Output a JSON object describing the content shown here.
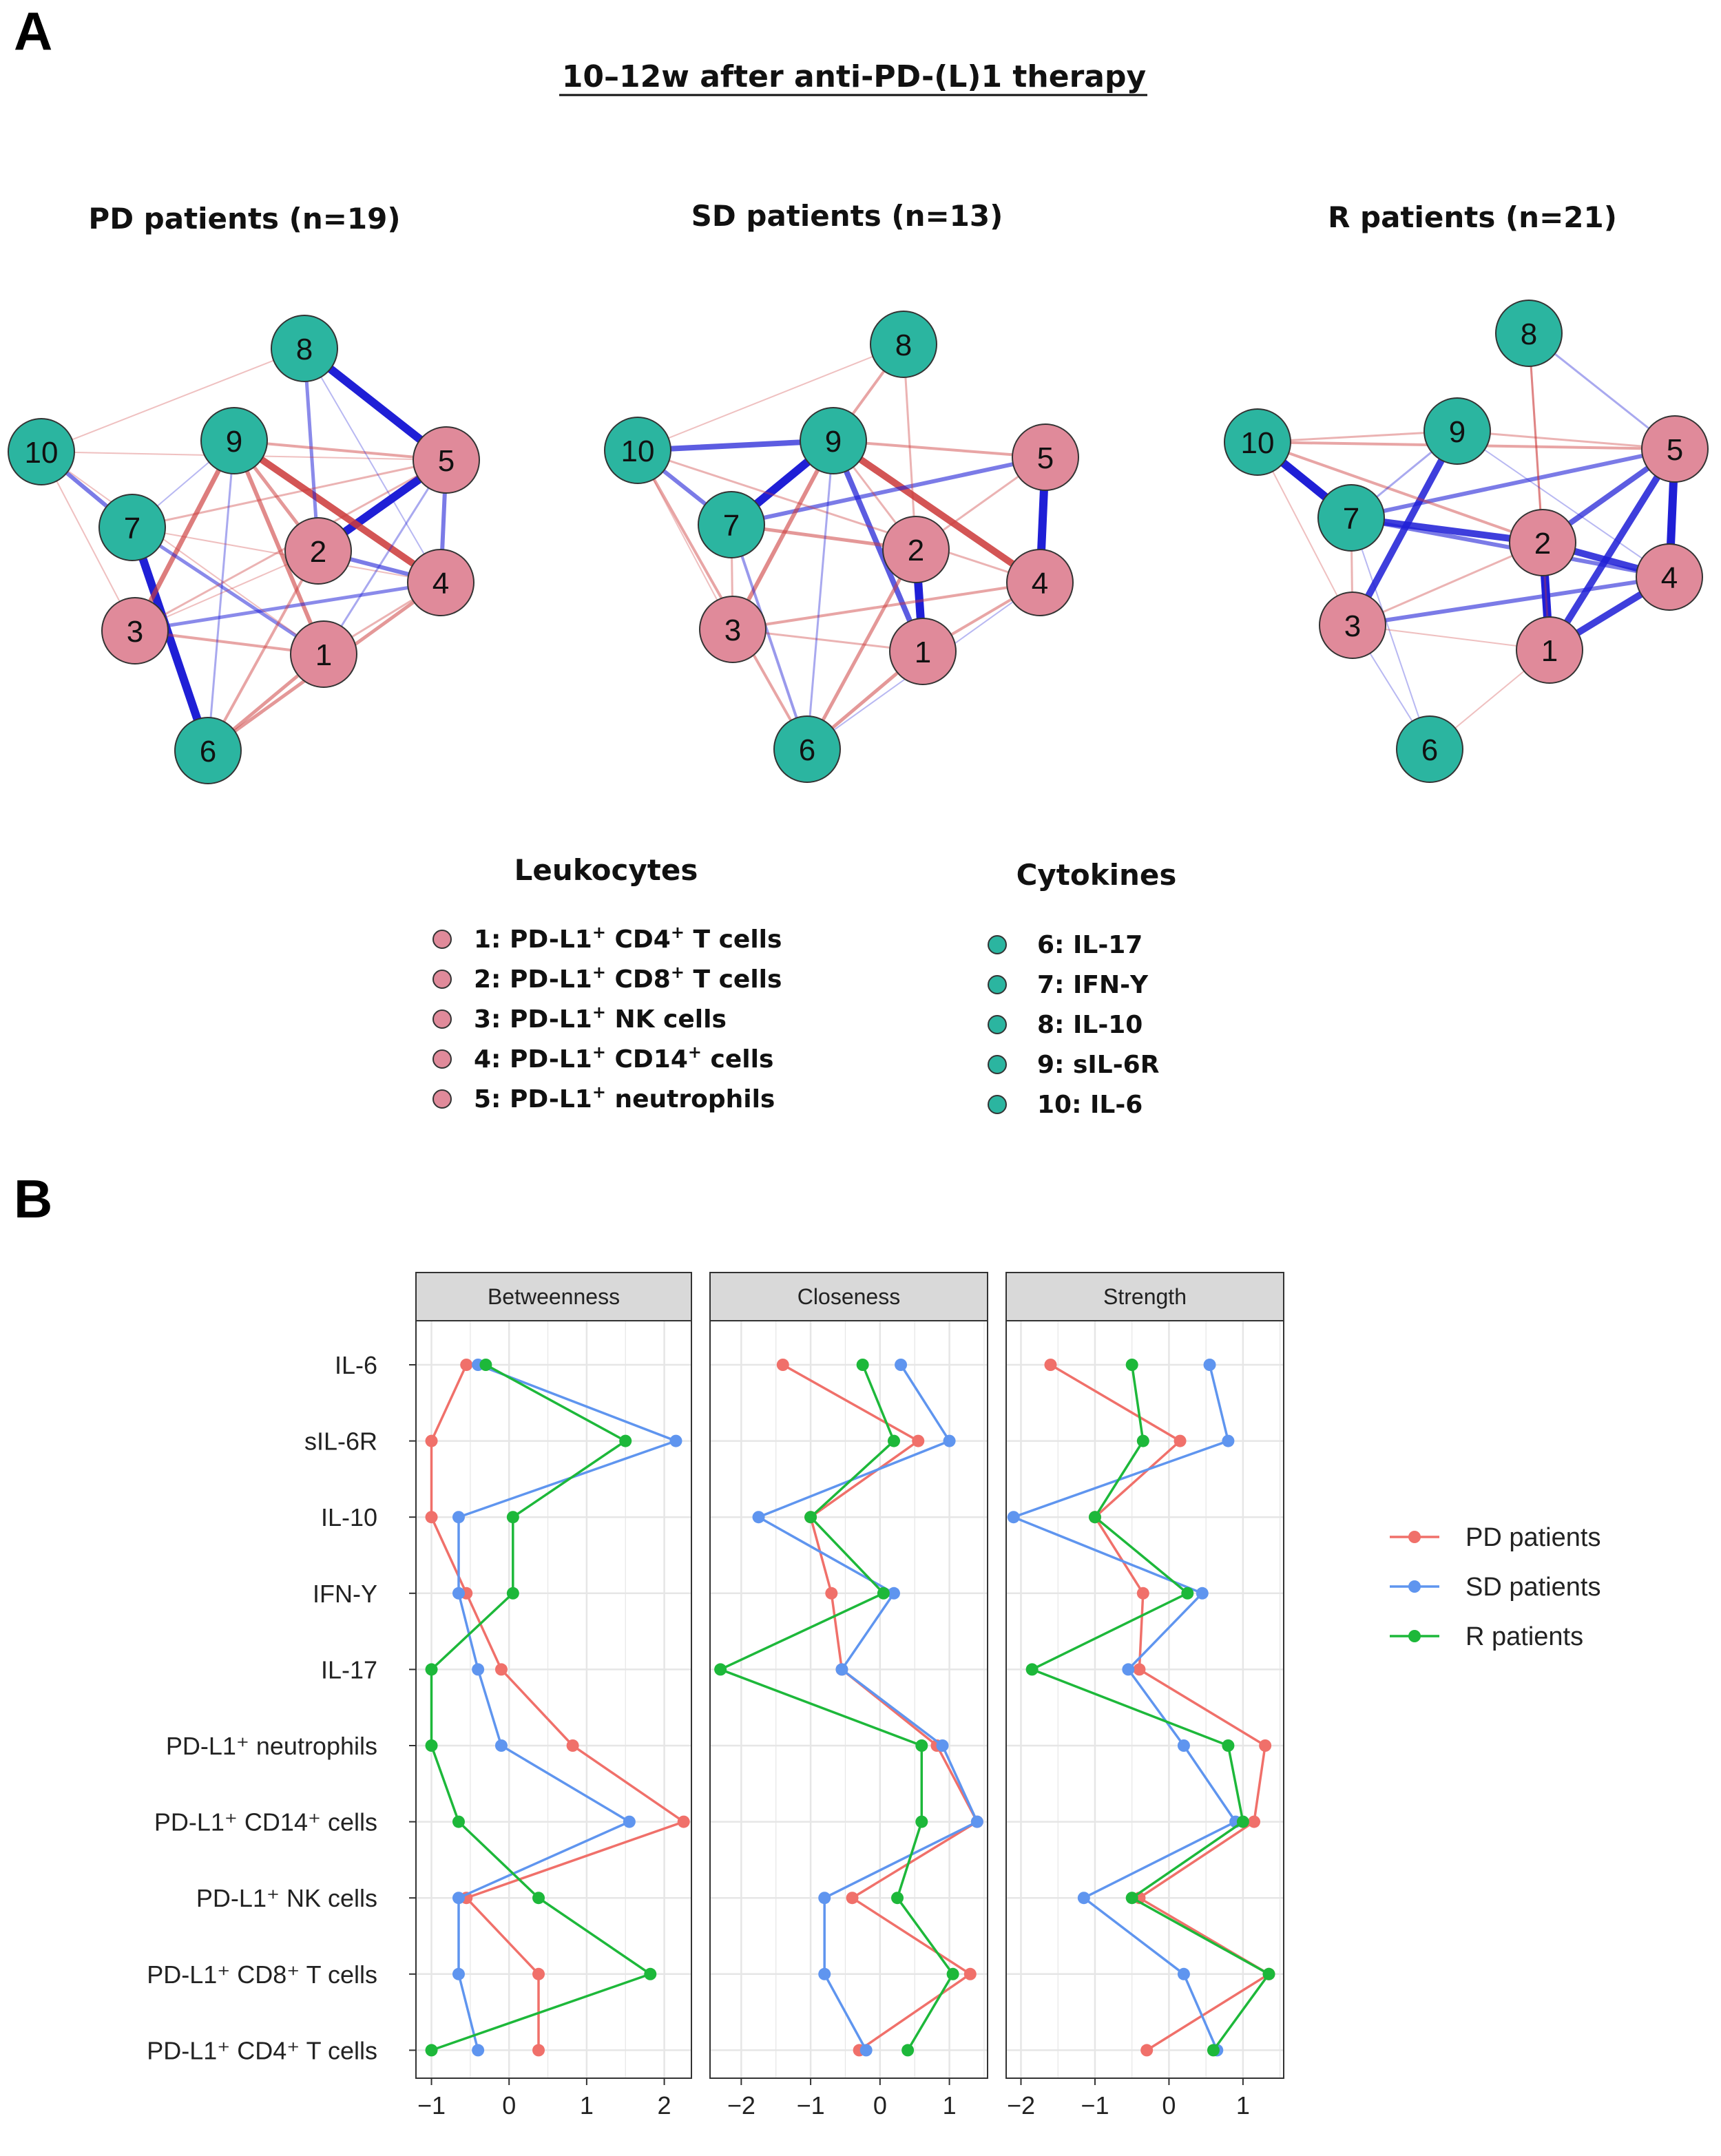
{
  "panel_a": {
    "letter": "A",
    "title": "10–12w after anti-PD-(L)1 therapy",
    "networks": [
      {
        "title": "PD patients (n=19)"
      },
      {
        "title": "SD patients (n=13)"
      },
      {
        "title": "R patients (n=21)"
      }
    ],
    "legend": {
      "leukocytes_heading": "Leukocytes",
      "cytokines_heading": "Cytokines",
      "leukocytes": [
        {
          "num": "1:",
          "pre": "PD-L1",
          "sup1": "+",
          "mid": " CD4",
          "sup2": "+",
          "post": " T cells"
        },
        {
          "num": "2:",
          "pre": "PD-L1",
          "sup1": "+",
          "mid": " CD8",
          "sup2": "+",
          "post": " T cells"
        },
        {
          "num": "3:",
          "pre": "PD-L1",
          "sup1": "+",
          "mid": " NK cells",
          "sup2": "",
          "post": ""
        },
        {
          "num": "4:",
          "pre": "PD-L1",
          "sup1": "+",
          "mid": " CD14",
          "sup2": "+",
          "post": " cells"
        },
        {
          "num": "5:",
          "pre": "PD-L1",
          "sup1": "+",
          "mid": " neutrophils",
          "sup2": "",
          "post": ""
        }
      ],
      "cytokines": [
        {
          "label": "6: IL-17"
        },
        {
          "label": "7: IFN-Υ"
        },
        {
          "label": "8: IL-10"
        },
        {
          "label": "9: sIL-6R"
        },
        {
          "label": "10: IL-6"
        }
      ]
    },
    "colors": {
      "leukocyte": "#e08a9a",
      "cytokine": "#2bb5a0",
      "positive_edge": "#1f1fd6",
      "negative_edge": "#cc3a3a"
    }
  },
  "panel_b": {
    "letter": "B",
    "series_legend": [
      "PD patients",
      "SD patients",
      "R patients"
    ],
    "colors": {
      "PD patients": "#f0706a",
      "SD patients": "#5f95ef",
      "R patients": "#1db83a"
    }
  },
  "chart_data": {
    "type": "line",
    "facets": [
      "Betweenness",
      "Closeness",
      "Strength"
    ],
    "categories": [
      "IL-6",
      "sIL-6R",
      "IL-10",
      "IFN-Υ",
      "IL-17",
      "PD-L1⁺ neutrophils",
      "PD-L1⁺ CD14⁺ cells",
      "PD-L1⁺ NK cells",
      "PD-L1⁺ CD8⁺ T cells",
      "PD-L1⁺ CD4⁺ T cells"
    ],
    "xticks": [
      [
        -1,
        0,
        1,
        2
      ],
      [
        -2,
        -1,
        0,
        1
      ],
      [
        -2,
        -1,
        0,
        1
      ]
    ],
    "xlim": [
      [
        -1.2,
        2.35
      ],
      [
        -2.45,
        1.55
      ],
      [
        -2.2,
        1.55
      ]
    ],
    "series": [
      {
        "name": "PD patients",
        "values": [
          [
            -0.55,
            -1.0,
            -1.0,
            -0.55,
            -0.1,
            0.82,
            2.25,
            -0.55,
            0.38,
            0.38
          ],
          [
            -1.4,
            0.55,
            -1.0,
            -0.7,
            -0.55,
            0.82,
            1.4,
            -0.4,
            1.3,
            -0.3
          ],
          [
            -1.6,
            0.15,
            -1.0,
            -0.35,
            -0.4,
            1.3,
            1.15,
            -0.4,
            1.35,
            -0.3
          ]
        ]
      },
      {
        "name": "SD patients",
        "values": [
          [
            -0.4,
            2.15,
            -0.65,
            -0.65,
            -0.4,
            -0.1,
            1.55,
            -0.65,
            -0.65,
            -0.4
          ],
          [
            0.3,
            1.0,
            -1.75,
            0.2,
            -0.55,
            0.9,
            1.4,
            -0.8,
            -0.8,
            -0.2
          ],
          [
            0.55,
            0.8,
            -2.1,
            0.45,
            -0.55,
            0.2,
            0.9,
            -1.15,
            0.2,
            0.65
          ]
        ]
      },
      {
        "name": "R patients",
        "values": [
          [
            -0.3,
            1.5,
            0.05,
            0.05,
            -1.0,
            -1.0,
            -0.65,
            0.38,
            1.82,
            -1.0
          ],
          [
            -0.25,
            0.2,
            -1.0,
            0.05,
            -2.3,
            0.6,
            0.6,
            0.25,
            1.05,
            0.4
          ],
          [
            -0.5,
            -0.35,
            -1.0,
            0.25,
            -1.85,
            0.8,
            1.0,
            -0.5,
            1.35,
            0.6
          ]
        ]
      }
    ]
  }
}
